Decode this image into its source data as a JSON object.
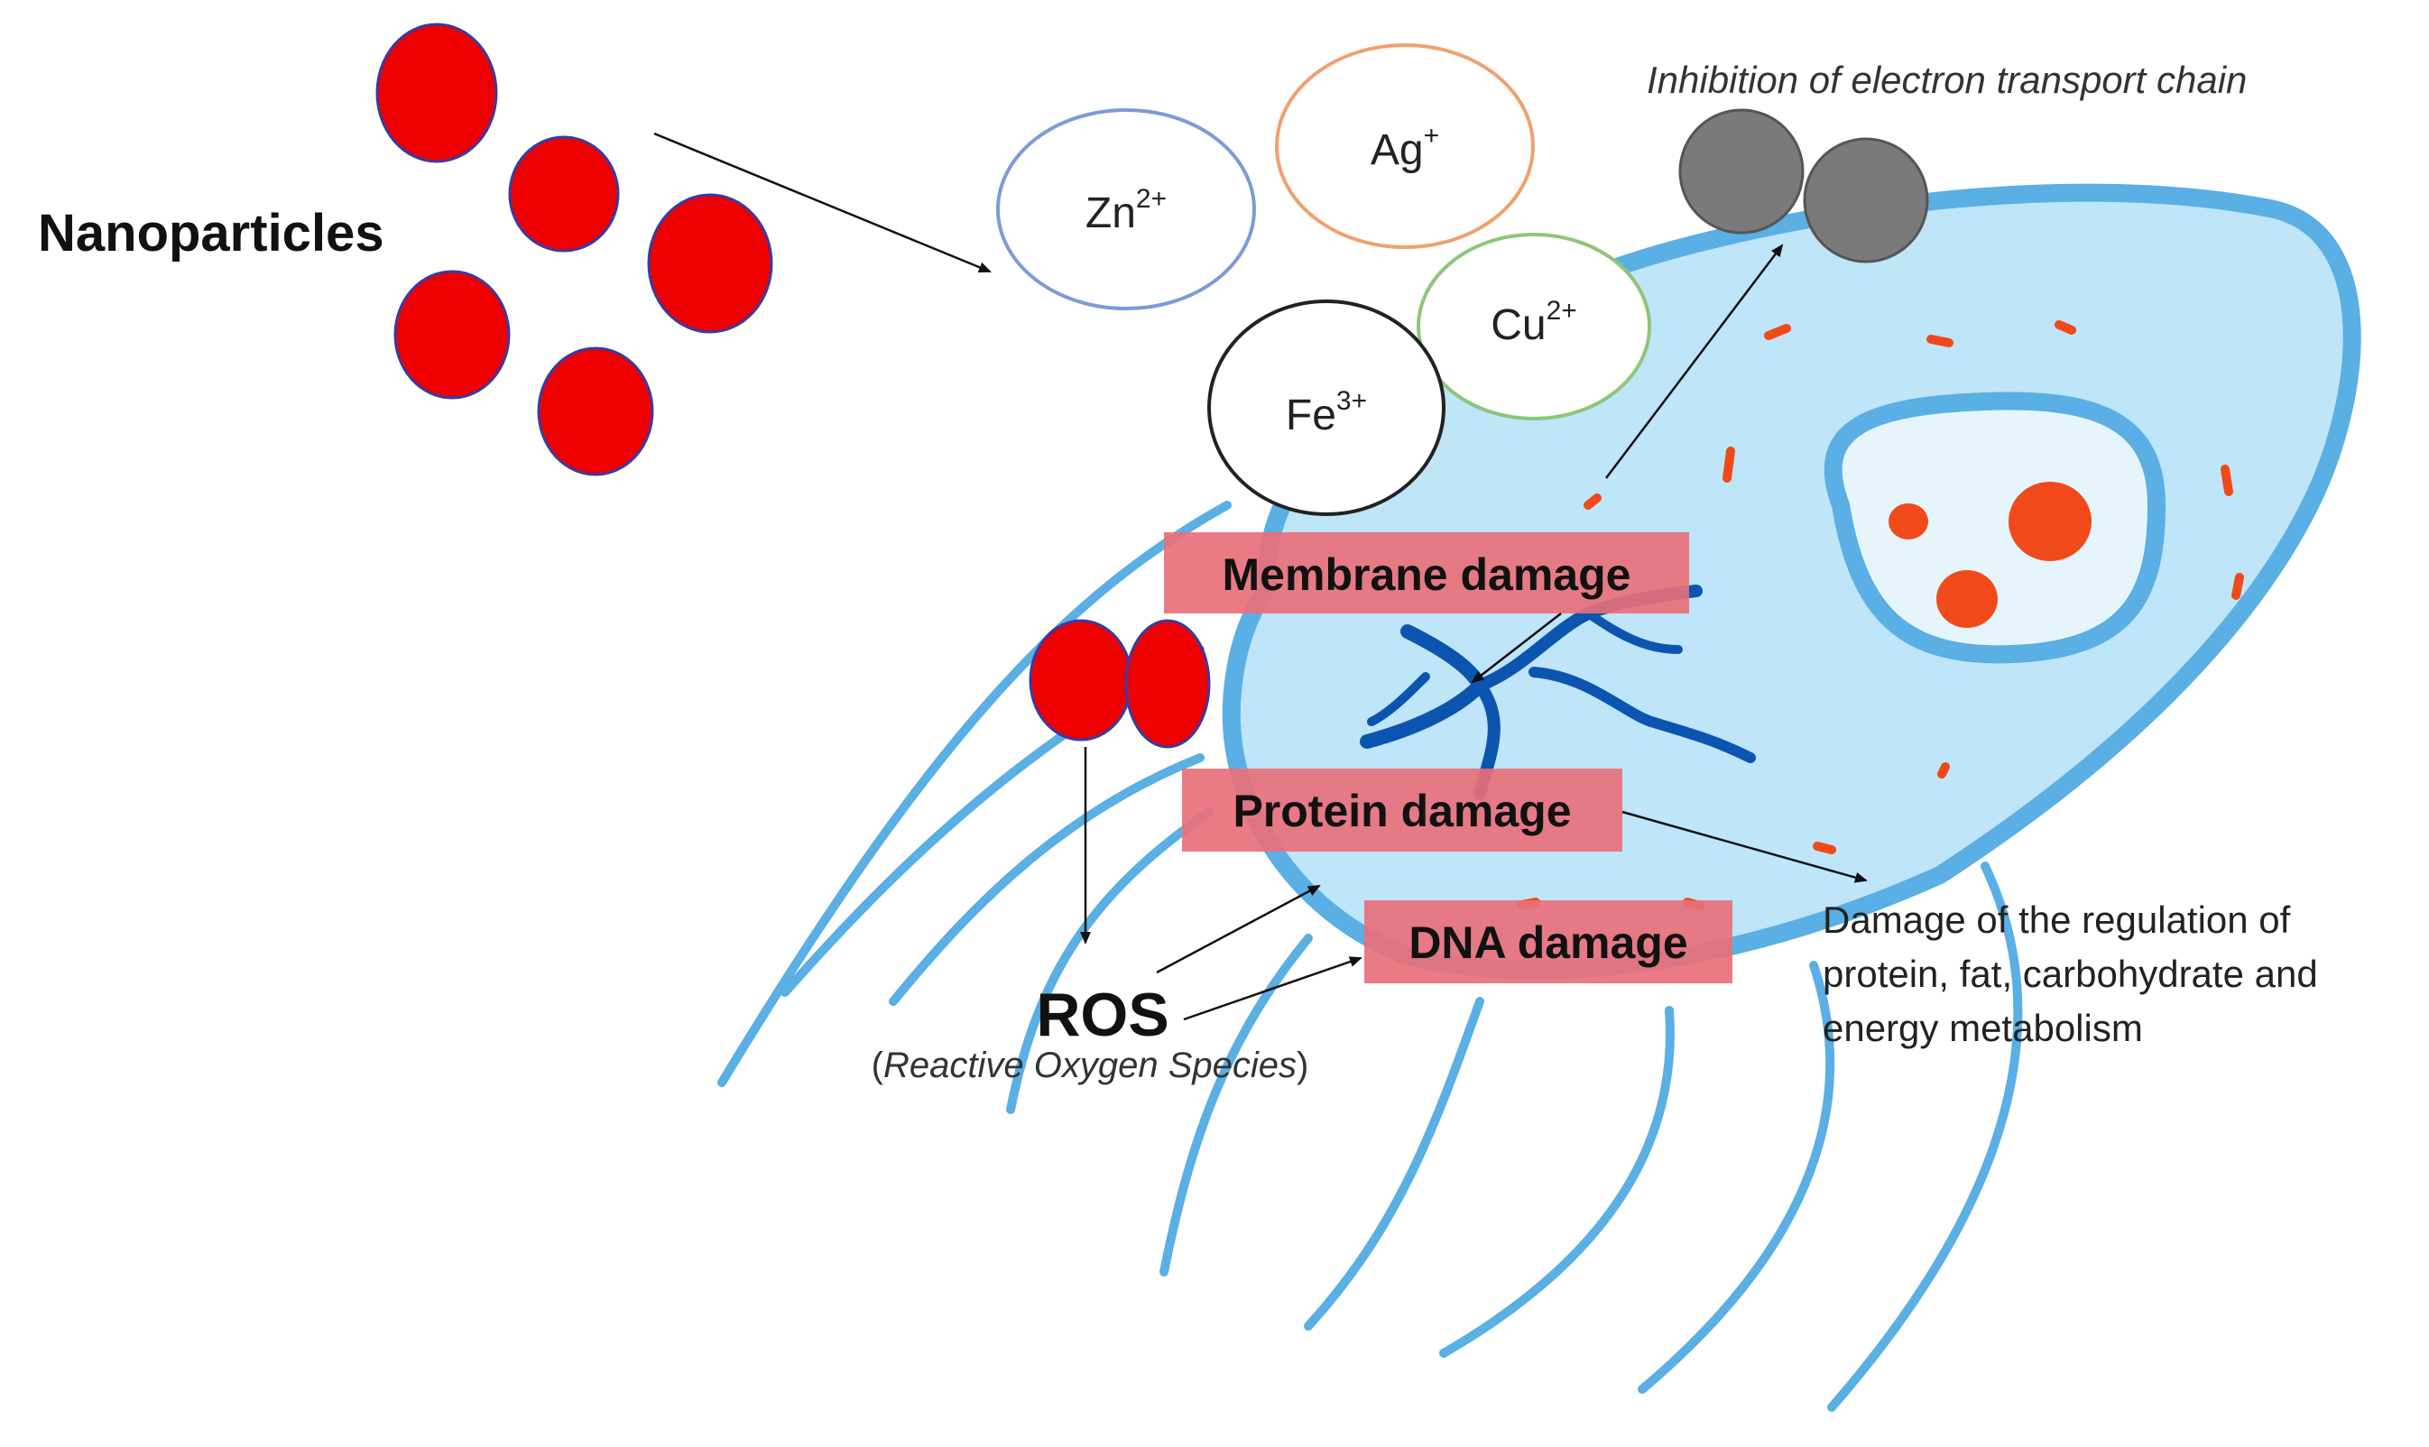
{
  "labels": {
    "nanoparticles": "Nanoparticles",
    "etc_inhibition": "Inhibition of electron transport chain",
    "membrane_damage": "Membrane damage",
    "protein_damage": "Protein damage",
    "dna_damage": "DNA damage",
    "ros": "ROS",
    "ros_open": "(",
    "ros_full": "Reactive Oxygen Species",
    "ros_close": ")",
    "metabolism_line1": "Damage of the regulation of",
    "metabolism_line2": "protein, fat, carbohydrate and",
    "metabolism_line3": "energy metabolism"
  },
  "ions": {
    "zn": {
      "symbol": "Zn",
      "charge": "2+"
    },
    "ag": {
      "symbol": "Ag",
      "charge": "+"
    },
    "cu": {
      "symbol": "Cu",
      "charge": "2+"
    },
    "fe": {
      "symbol": "Fe",
      "charge": "3+"
    }
  },
  "colors": {
    "nanoparticle_red": "#ee0000",
    "nanoparticle_outline": "#3a3aa0",
    "cell_fill": "#bfe5f8",
    "cell_border": "#5aafe4",
    "nucleus_fill": "#e6f5fc",
    "dna_blue": "#0b55b0",
    "damage_box": "#e8707a",
    "spot_orange": "#f04a1a",
    "etc_gray": "#7a7a7a",
    "zn_ring": "#7d9bd6",
    "ag_ring": "#f0a070",
    "cu_ring": "#8fc57a",
    "fe_ring": "#222222"
  }
}
